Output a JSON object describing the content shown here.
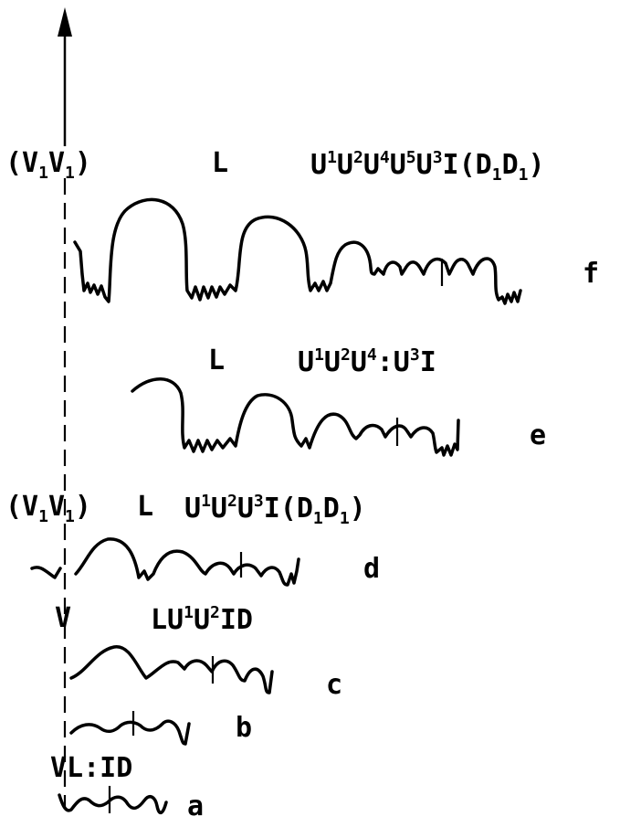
{
  "traces": [
    {
      "id": "f",
      "letter": "f",
      "label_left": [
        {
          "t": "(V"
        },
        {
          "sub": "1"
        },
        {
          "t": "V"
        },
        {
          "sub": "1"
        },
        {
          "t": ")"
        }
      ],
      "label_mid": [
        {
          "t": "L"
        }
      ],
      "label_right": [
        {
          "t": "U"
        },
        {
          "sup": "1"
        },
        {
          "t": "U"
        },
        {
          "sup": "2"
        },
        {
          "t": "U"
        },
        {
          "sup": "4"
        },
        {
          "t": "U"
        },
        {
          "sup": "5"
        },
        {
          "t": "U"
        },
        {
          "sup": "3"
        },
        {
          "t": "I(D"
        },
        {
          "sub": "1"
        },
        {
          "t": "D"
        },
        {
          "sub": "1"
        },
        {
          "t": ")"
        }
      ]
    },
    {
      "id": "e",
      "letter": "e",
      "label_left": [],
      "label_mid": [
        {
          "t": "L"
        }
      ],
      "label_right": [
        {
          "t": "U"
        },
        {
          "sup": "1"
        },
        {
          "t": "U"
        },
        {
          "sup": "2"
        },
        {
          "t": "U"
        },
        {
          "sup": "4"
        },
        {
          "t": ":U"
        },
        {
          "sup": "3"
        },
        {
          "t": "I"
        }
      ]
    },
    {
      "id": "d",
      "letter": "d",
      "label_left": [
        {
          "t": "(V"
        },
        {
          "sub": "1"
        },
        {
          "t": "V"
        },
        {
          "sub": "1"
        },
        {
          "t": ")"
        }
      ],
      "label_mid": [
        {
          "t": "L"
        }
      ],
      "label_right": [
        {
          "t": "U"
        },
        {
          "sup": "1"
        },
        {
          "t": "U"
        },
        {
          "sup": "2"
        },
        {
          "t": "U"
        },
        {
          "sup": "3"
        },
        {
          "t": "I(D"
        },
        {
          "sub": "1"
        },
        {
          "t": "D"
        },
        {
          "sub": "1"
        },
        {
          "t": ")"
        }
      ]
    },
    {
      "id": "c",
      "letter": "c",
      "label_left": [
        {
          "t": "V"
        }
      ],
      "label_mid": [],
      "label_right": [
        {
          "t": "LU"
        },
        {
          "sup": "1"
        },
        {
          "t": "U"
        },
        {
          "sup": "2"
        },
        {
          "t": "ID"
        }
      ]
    },
    {
      "id": "b",
      "letter": "b",
      "label_left": [],
      "label_mid": [],
      "label_right": []
    },
    {
      "id": "a",
      "letter": "a",
      "label_left": [
        {
          "t": "VL:ID"
        }
      ],
      "label_mid": [],
      "label_right": []
    }
  ]
}
